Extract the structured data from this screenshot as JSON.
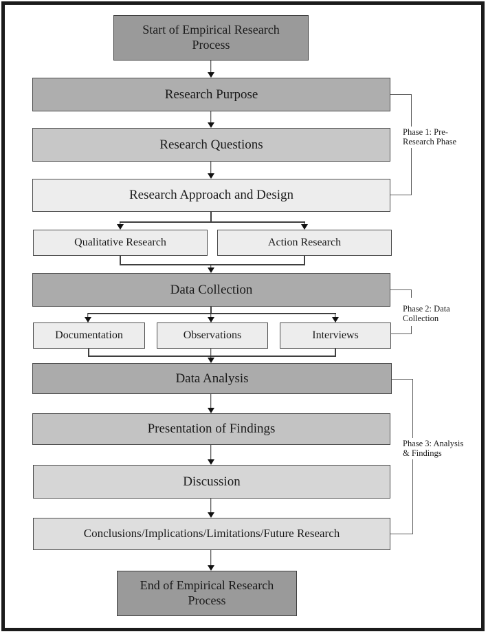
{
  "nodes": {
    "start": {
      "lines": [
        "Start of Empirical Research",
        "Process"
      ]
    },
    "purpose": {
      "label": "Research Purpose"
    },
    "questions": {
      "label": "Research Questions"
    },
    "approach": {
      "label": "Research Approach and Design"
    },
    "qualitative": {
      "label": "Qualitative Research"
    },
    "action": {
      "label": "Action Research"
    },
    "collection": {
      "label": "Data Collection"
    },
    "documentation": {
      "label": "Documentation"
    },
    "observations": {
      "label": "Observations"
    },
    "interviews": {
      "label": "Interviews"
    },
    "analysis": {
      "label": "Data Analysis"
    },
    "presentation": {
      "label": "Presentation of Findings"
    },
    "discussion": {
      "label": "Discussion"
    },
    "conclusions": {
      "label": "Conclusions/Implications/Limitations/Future Research"
    },
    "end": {
      "lines": [
        "End of Empirical Research",
        "Process"
      ]
    }
  },
  "phases": {
    "phase1": {
      "lines": [
        "Phase 1: Pre-",
        "Research Phase"
      ]
    },
    "phase2": {
      "lines": [
        "Phase 2: Data",
        "Collection"
      ]
    },
    "phase3": {
      "lines": [
        "Phase 3: Analysis",
        "& Findings"
      ]
    }
  },
  "colors": {
    "frame": "#1b1b1b",
    "node_dark": "#9a9a9a",
    "node_medium": "#ababab",
    "node_medium2": "#aeaeae",
    "node_gray1": "#c7c7c7",
    "node_gray2": "#c3c3c3",
    "node_gray3": "#d6d6d6",
    "node_gray4": "#dedede",
    "node_pale": "#ededed",
    "box_border": "#4a4a4a",
    "line": "#3f3f3f",
    "text": "#1a1a1a"
  }
}
